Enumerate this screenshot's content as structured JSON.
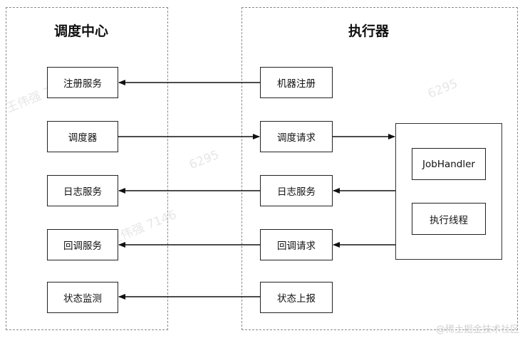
{
  "groups": {
    "scheduler": {
      "title": "调度中心"
    },
    "executor": {
      "title": "执行器"
    }
  },
  "scheduler_nodes": {
    "register_service": "注册服务",
    "scheduler": "调度器",
    "log_service": "日志服务",
    "callback_service": "回调服务",
    "status_monitor": "状态监测"
  },
  "executor_nodes": {
    "machine_register": "机器注册",
    "schedule_request": "调度请求",
    "log_service": "日志服务",
    "callback_request": "回调请求",
    "status_report": "状态上报"
  },
  "handler_panel": {
    "job_handler": "JobHandler",
    "exec_thread": "执行线程"
  },
  "watermarks": [
    "王伟强 7146",
    "6295",
    "王伟强 7146",
    "6295"
  ],
  "footer": "@稀土掘金技术社区"
}
